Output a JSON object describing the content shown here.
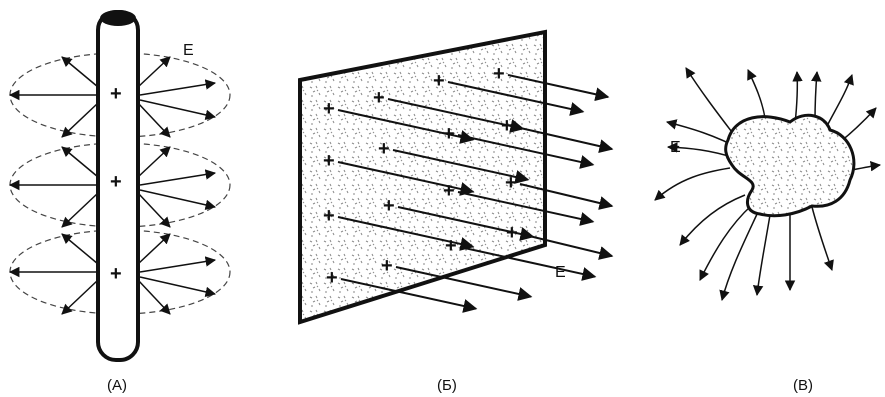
{
  "panels": {
    "a": {
      "caption": "(А)",
      "field_label": "E",
      "charge_sign": "+"
    },
    "b": {
      "caption": "(Б)",
      "field_label": "E",
      "charge_sign": "+"
    },
    "c": {
      "caption": "(В)",
      "field_label": "E"
    }
  },
  "colors": {
    "ink": "#111111",
    "fill_speckle": "#8a8a8a"
  }
}
